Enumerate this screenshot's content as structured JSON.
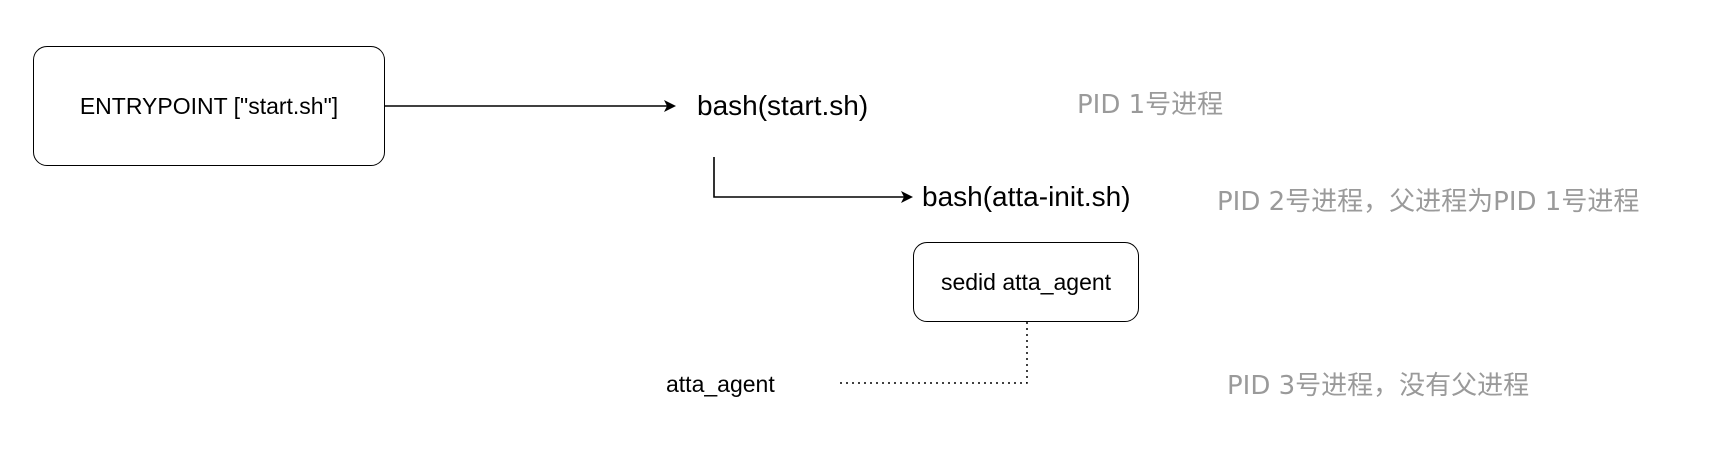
{
  "nodes": {
    "entrypoint": "ENTRYPOINT [\"start.sh\"]",
    "bash_start": "bash(start.sh)",
    "bash_init": "bash(atta-init.sh)",
    "setsid": "sedid atta_agent",
    "atta_agent": "atta_agent"
  },
  "notes": {
    "pid1": "PID 1号进程",
    "pid2": "PID 2号进程，父进程为PID 1号进程",
    "pid3": "PID 3号进程，没有父进程"
  },
  "colors": {
    "stroke": "#000000",
    "note_text": "#9a9a9a"
  }
}
